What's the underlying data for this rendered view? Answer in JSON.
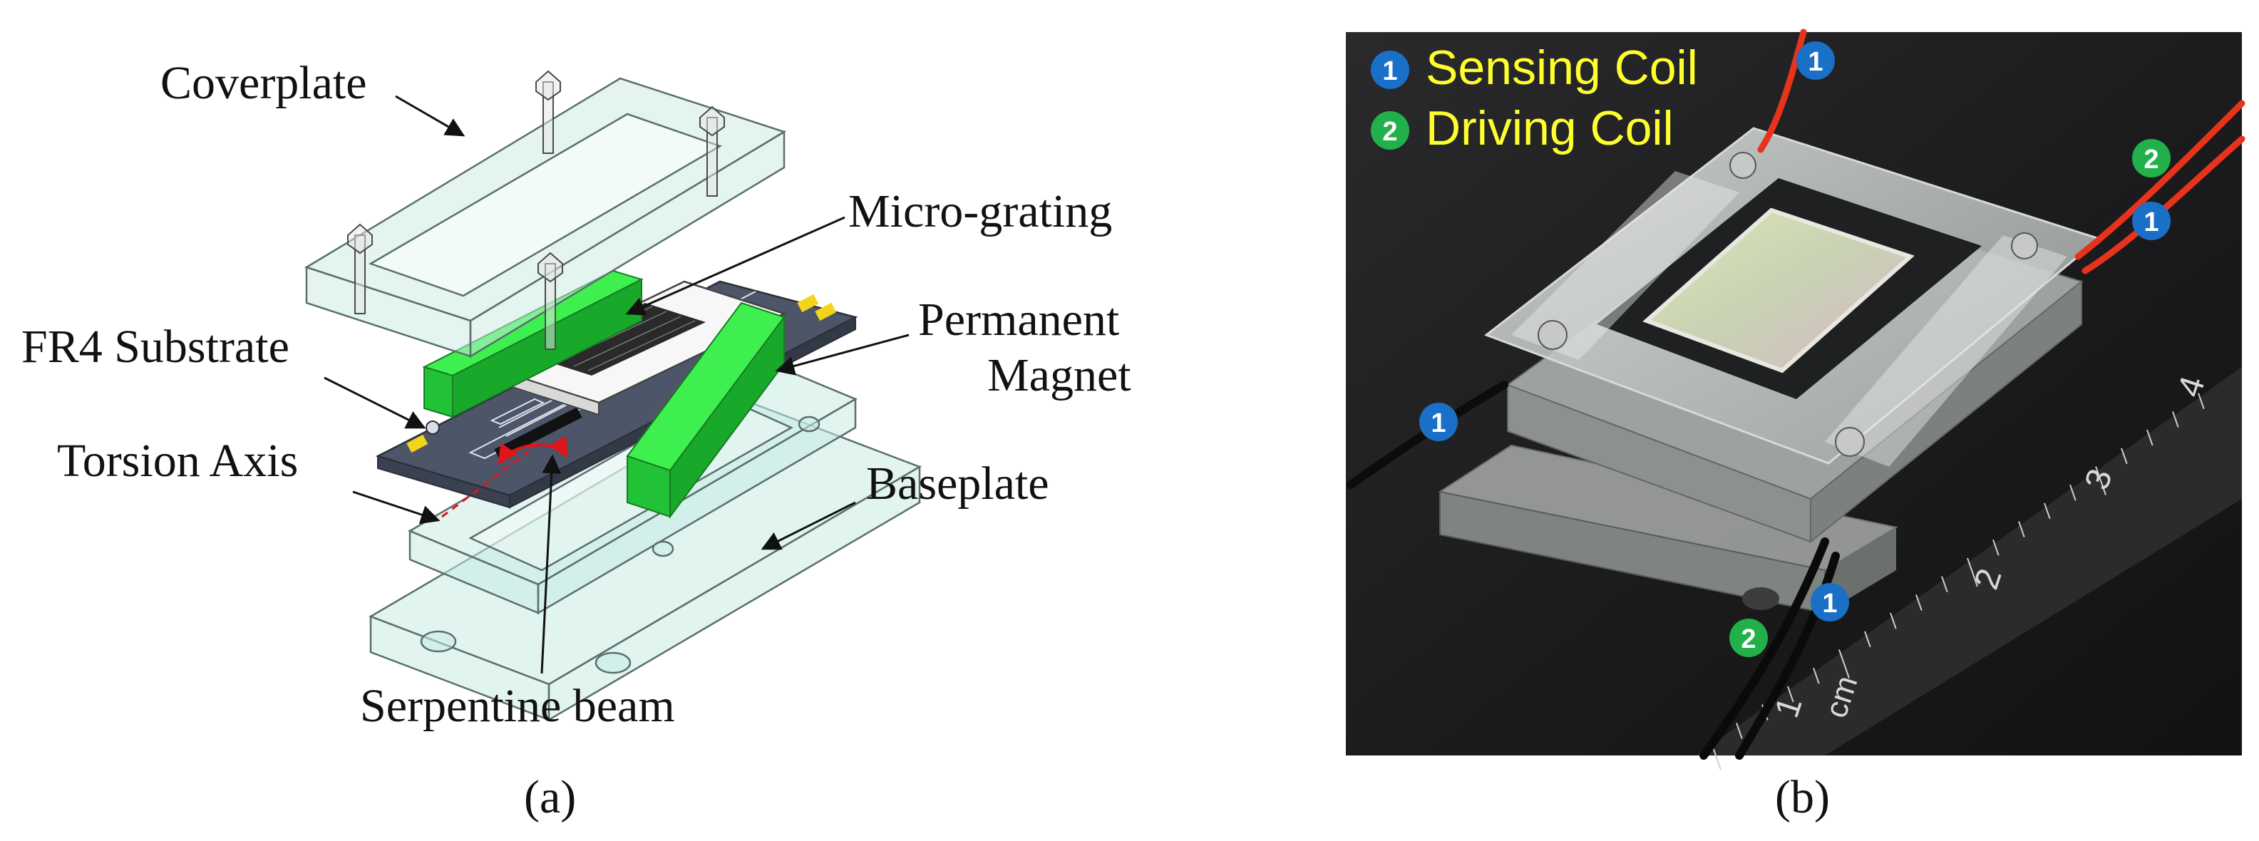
{
  "panel_a": {
    "caption": "(a)",
    "labels": {
      "coverplate": "Coverplate",
      "micro_grating": "Micro-grating",
      "fr4_substrate": "FR4 Substrate",
      "permanent_magnet": "Permanent Magnet",
      "torsion_axis": "Torsion Axis",
      "baseplate": "Baseplate",
      "serpentine_beam": "Serpentine beam"
    }
  },
  "panel_b": {
    "caption": "(b)",
    "legend": [
      {
        "number": "1",
        "label": "Sensing Coil",
        "color": "#1a6fc6"
      },
      {
        "number": "2",
        "label": "Driving Coil",
        "color": "#22b04a"
      }
    ],
    "markers": [
      {
        "id": "top-wire",
        "number": "1"
      },
      {
        "id": "right-upper",
        "number": "2"
      },
      {
        "id": "right-lower",
        "number": "1"
      },
      {
        "id": "left",
        "number": "1"
      },
      {
        "id": "bottom-right",
        "number": "1"
      },
      {
        "id": "bottom-left",
        "number": "2"
      }
    ],
    "ruler": {
      "ticks": [
        "1",
        "2",
        "3",
        "4"
      ],
      "unit": "cm"
    }
  },
  "colors": {
    "sensing": "#1a6fc6",
    "driving": "#22b04a",
    "legend_text": "#ffff2e",
    "wire_red": "#e8331c",
    "magnet_green": "#24d43a",
    "acrylic": "#bfe3dc"
  }
}
